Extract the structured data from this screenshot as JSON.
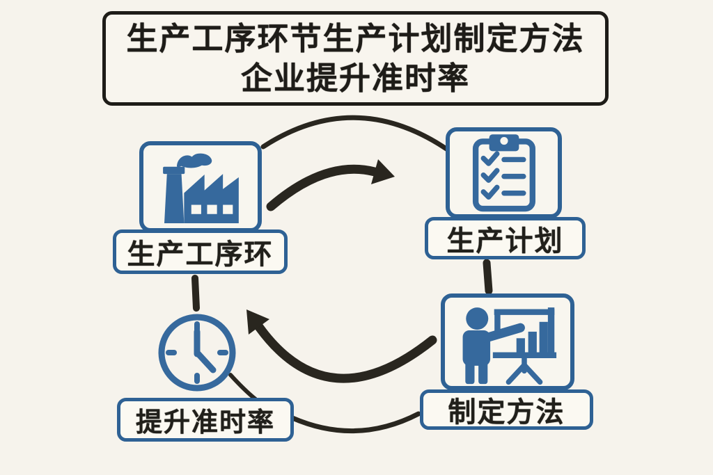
{
  "title": {
    "line1": "生产工序环节生产计划制定方法",
    "line2": "企业提升准时率"
  },
  "nodes": {
    "process": {
      "label": "生产工序环",
      "icon": "factory-icon"
    },
    "plan": {
      "label": "生产计划",
      "icon": "clipboard-checklist-icon"
    },
    "method": {
      "label": "制定方法",
      "icon": "presenter-whiteboard-icon"
    },
    "ontime": {
      "label": "提升准时率",
      "icon": "clock-icon"
    }
  },
  "arrows": [
    {
      "name": "arrow-process-to-plan",
      "from": "生产工序环",
      "to": "生产计划",
      "style": "thick-curve-arrowhead-right"
    },
    {
      "name": "arc-process-to-plan-outer",
      "from": "生产工序环",
      "to": "生产计划",
      "style": "thin-arc"
    },
    {
      "name": "connector-plan-to-method",
      "from": "生产计划",
      "to": "制定方法",
      "style": "short-vertical-line"
    },
    {
      "name": "arrow-method-to-ontime",
      "from": "制定方法",
      "to": "提升准时率",
      "style": "thick-curve-arrowhead-up-left"
    },
    {
      "name": "connector-process-to-ontime",
      "from": "生产工序环",
      "to": "提升准时率",
      "style": "short-vertical-line"
    },
    {
      "name": "arc-ontime-to-method",
      "from": "提升准时率",
      "to": "制定方法",
      "style": "thin-arc"
    },
    {
      "name": "tick-clock-to-label",
      "from": "clock",
      "to": "提升准时率",
      "style": "short-thin-stroke"
    }
  ],
  "colors": {
    "background": "#f6f3ec",
    "panel": "#f8f6ef",
    "accent_blue": "#36699d",
    "border_blue": "#2e6194",
    "ink_black": "#29261f"
  }
}
